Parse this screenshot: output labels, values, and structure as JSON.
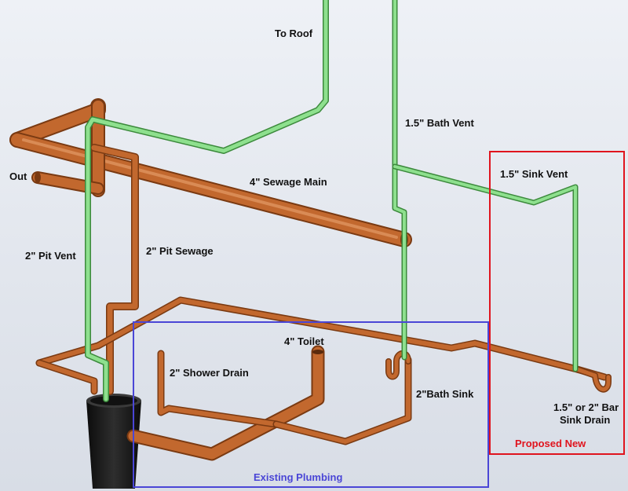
{
  "labels": {
    "to_roof": "To Roof",
    "bath_vent": "1.5\" Bath Vent",
    "sink_vent": "1.5\" Sink Vent",
    "out": "Out",
    "sewage_main": "4\" Sewage Main",
    "pit_vent": "2\" Pit Vent",
    "pit_sewage": "2\" Pit Sewage",
    "toilet": "4\" Toilet",
    "shower_drain": "2\" Shower Drain",
    "bath_sink": "2\"Bath Sink",
    "bar_sink_drain_line1": "1.5\" or 2\" Bar",
    "bar_sink_drain_line2": "Sink Drain"
  },
  "regions": {
    "proposed": {
      "label": "Proposed New",
      "color": "#e0141e"
    },
    "existing": {
      "label": "Existing Plumbing",
      "color": "#4a46d6"
    }
  },
  "colors": {
    "copper_pipe": "#c2682e",
    "vent_pipe": "#8ee08e",
    "pit": "#1a1a1a",
    "background_top": "#eef1f6",
    "background_bottom": "#d8dde6"
  }
}
